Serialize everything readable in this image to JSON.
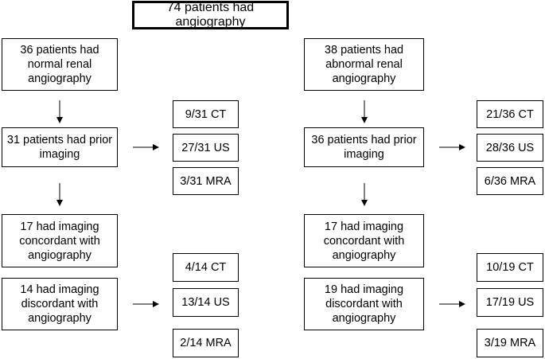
{
  "top": "74 patients had angiography",
  "left": {
    "group": "36 patients had\nnormal renal\nangiography",
    "prior": "31 patients had prior\nimaging",
    "prior_results": [
      "9/31 CT",
      "27/31 US",
      "3/31 MRA"
    ],
    "concordant": "17 had imaging\nconcordant with\nangiography",
    "discordant": "14 had imaging\ndiscordant with\nangiography",
    "discordant_results": [
      "4/14 CT",
      "13/14 US",
      "2/14 MRA"
    ]
  },
  "right": {
    "group": "38 patients had\nabnormal renal\nangiography",
    "prior": "36 patients had prior\nimaging",
    "prior_results": [
      "21/36 CT",
      "28/36 US",
      "6/36 MRA"
    ],
    "concordant": "17 had imaging\nconcordant with\nangiography",
    "discordant": "19 had imaging\ndiscordant with\nangiography",
    "discordant_results": [
      "10/19 CT",
      "17/19 US",
      "3/19 MRA"
    ]
  }
}
